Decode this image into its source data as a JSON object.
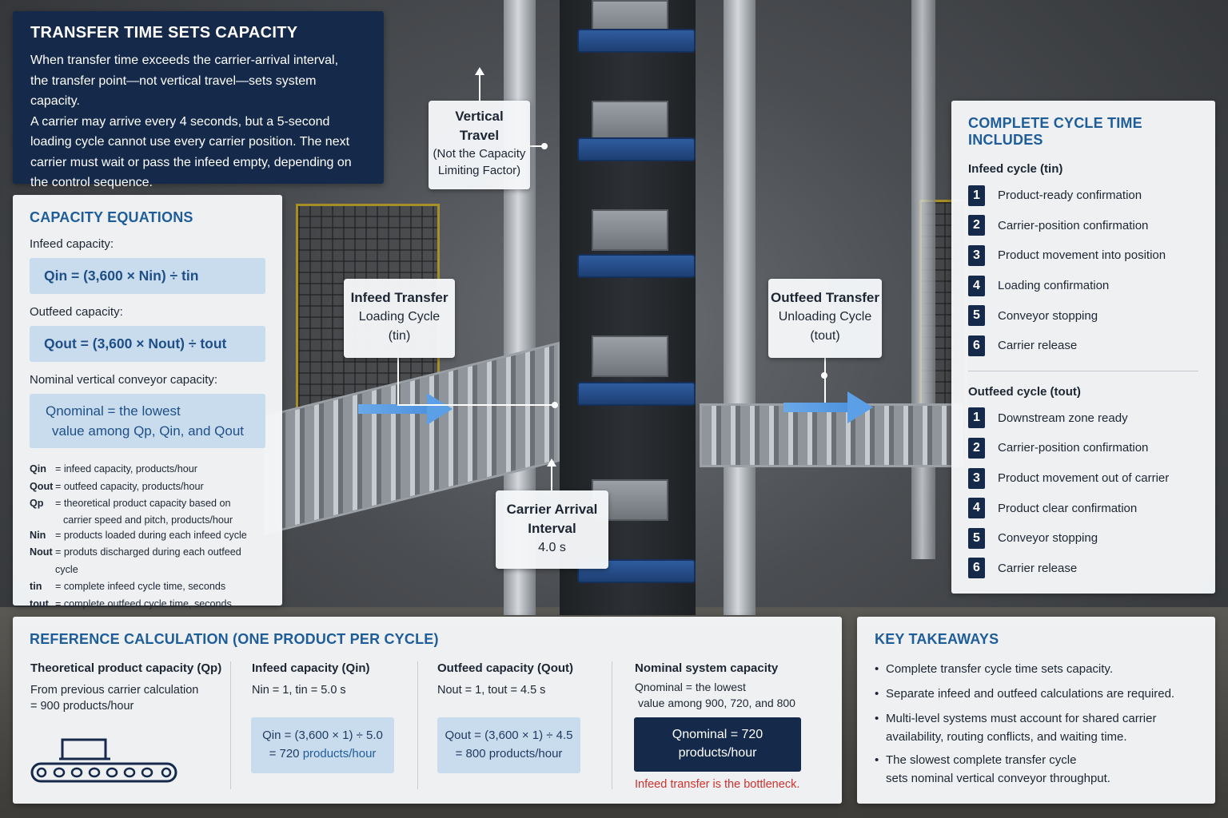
{
  "intro": {
    "title": "TRANSFER TIME SETS CAPACITY",
    "lines": [
      "When transfer time exceeds the carrier-arrival interval,",
      "the transfer point—not vertical travel—sets system capacity.",
      "A carrier may arrive every 4 seconds, but a 5-second",
      "loading cycle cannot use every carrier position. The next",
      "carrier must wait or pass the infeed empty, depending on",
      "the control sequence."
    ]
  },
  "equations": {
    "title": "CAPACITY EQUATIONS",
    "infeed_label": "Infeed capacity:",
    "infeed_eq": "Qin = (3,600 × Nin) ÷ tin",
    "outfeed_label": "Outfeed capacity:",
    "outfeed_eq": "Qout = (3,600 × Nout) ÷ tout",
    "nominal_label": "Nominal vertical conveyor capacity:",
    "nominal_line1": "Qnominal = the lowest",
    "nominal_line2": "value among Qp, Qin, and Qout",
    "definitions": [
      {
        "sym": "Qin",
        "desc": "= infeed capacity, products/hour"
      },
      {
        "sym": "Qout",
        "desc": "= outfeed capacity, products/hour"
      },
      {
        "sym": "Qp",
        "desc": "= theoretical product capacity based on",
        "cont": "carrier speed and pitch, products/hour"
      },
      {
        "sym": "Nin",
        "desc": "= products loaded during each infeed cycle"
      },
      {
        "sym": "Nout",
        "desc": "= produts discharged during each outfeed cycle"
      },
      {
        "sym": "tin",
        "desc": "= complete infeed cycle time, seconds"
      },
      {
        "sym": "tout",
        "desc": "= complete outfeed cycle time, seconds"
      }
    ]
  },
  "callouts": {
    "vertical": {
      "l1": "Vertical",
      "l2": "Travel",
      "l3": "(Not the Capacity",
      "l4": "Limiting Factor)"
    },
    "infeed": {
      "l1": "Infeed Transfer",
      "l2": "Loading Cycle",
      "l3": "(tin)"
    },
    "outfeed": {
      "l1": "Outfeed Transfer",
      "l2": "Unloading Cycle",
      "l3": "(tout)"
    },
    "arrival": {
      "l1": "Carrier Arrival",
      "l2": "Interval",
      "l3": "4.0 s"
    }
  },
  "cycle": {
    "title": "COMPLETE CYCLE TIME INCLUDES",
    "infeed_title": "Infeed cycle (tin)",
    "infeed_steps": [
      {
        "n": "1",
        "label": "Product-ready confirmation"
      },
      {
        "n": "2",
        "label": "Carrier-position confirmation"
      },
      {
        "n": "3",
        "label": "Product movement into position"
      },
      {
        "n": "4",
        "label": "Loading confirmation"
      },
      {
        "n": "5",
        "label": "Conveyor stopping"
      },
      {
        "n": "6",
        "label": "Carrier release"
      }
    ],
    "outfeed_title": "Outfeed cycle (tout)",
    "outfeed_steps": [
      {
        "n": "1",
        "label": "Downstream zone ready"
      },
      {
        "n": "2",
        "label": "Carrier-position confirmation"
      },
      {
        "n": "3",
        "label": "Product movement out of carrier"
      },
      {
        "n": "4",
        "label": "Product clear confirmation"
      },
      {
        "n": "5",
        "label": "Conveyor stopping"
      },
      {
        "n": "6",
        "label": "Carrier release"
      }
    ]
  },
  "reference": {
    "title": "REFERENCE CALCULATION (ONE PRODUCT PER CYCLE)",
    "qp": {
      "title": "Theoretical product capacity (Qp)",
      "l1": "From previous carrier calculation",
      "l2": "= 900 products/hour"
    },
    "qin": {
      "title": "Infeed capacity (Qin)",
      "l1": "Nin = 1, tin = 5.0 s",
      "r1": "Qin = (3,600 × 1) ÷ 5.0",
      "r2a": "= 720 ",
      "r2b": "products/hour"
    },
    "qout": {
      "title": "Outfeed capacity (Qout)",
      "l1": "Nout = 1, tout = 4.5 s",
      "r1": "Qout = (3,600 × 1) ÷ 4.5",
      "r2": "= 800 products/hour"
    },
    "nominal": {
      "title": "Nominal system capacity",
      "l1": "Qnominal = the lowest",
      "l2": "value among 900, 720, and 800",
      "r1": "Qnominal = 720",
      "r2": "products/hour",
      "bottleneck": "Infeed transfer is the bottleneck."
    }
  },
  "takeaways": {
    "title": "KEY TAKEAWAYS",
    "items": [
      {
        "l1": "Complete transfer cycle time sets capacity.",
        "l2": ""
      },
      {
        "l1": "Separate infeed and outfeed calculations are required.",
        "l2": ""
      },
      {
        "l1": "Multi-level systems must account for shared carrier",
        "l2": "availability, routing conflicts, and waiting time."
      },
      {
        "l1": "The slowest complete transfer cycle",
        "l2": "sets nominal vertical conveyor throughput."
      }
    ]
  },
  "colors": {
    "navy": "#15294a",
    "accent_blue": "#1f5d99",
    "equation_fill": "#c9dcee",
    "bottleneck_red": "#d0312d",
    "arrow_blue": "#5ba0e6"
  }
}
